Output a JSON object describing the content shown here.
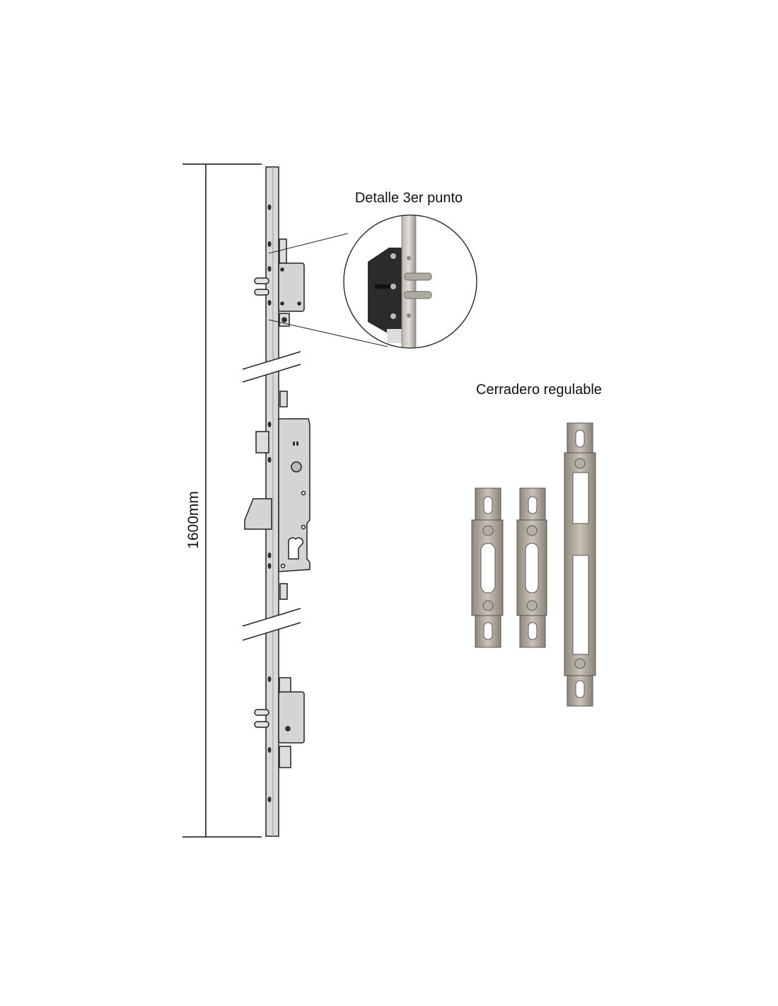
{
  "dimension": {
    "label": "1600mm"
  },
  "detail": {
    "title": "Detalle 3er punto"
  },
  "strikes": {
    "title": "Cerradero regulable"
  },
  "colors": {
    "metal": "#d4d4d4",
    "outline": "#222222",
    "dark_plate": "#2b2b2b",
    "steel": "#a9a397"
  }
}
